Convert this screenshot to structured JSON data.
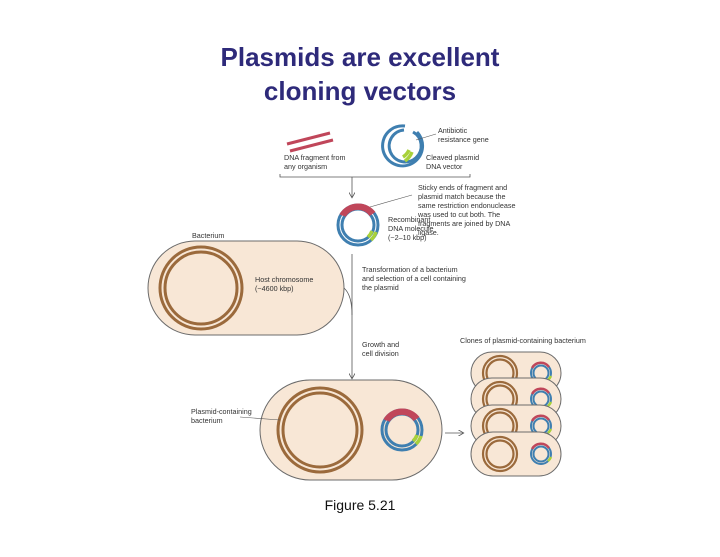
{
  "slide": {
    "title_line1": "Plasmids are excellent",
    "title_line2": "cloning vectors",
    "caption": "Figure 5.21"
  },
  "figure": {
    "dna_fragment": [
      "DNA fragment from",
      "any organism"
    ],
    "antibiotic": [
      "Antibiotic",
      "resistance gene"
    ],
    "cleaved_plasmid": [
      "Cleaved plasmid",
      "DNA vector"
    ],
    "sticky_ends": [
      "Sticky ends of fragment and",
      "plasmid match because the",
      "same restriction endonuclease",
      "was used to cut both. The",
      "fragments are joined by DNA",
      "ligase."
    ],
    "recombinant": [
      "Recombinant",
      "DNA molecule",
      "(~2–10 kbp)"
    ],
    "bacterium": "Bacterium",
    "host_chromosome": [
      "Host chromosome",
      "(~4600 kbp)"
    ],
    "transformation": [
      "Transformation of a bacterium",
      "and selection of a cell containing",
      "the plasmid"
    ],
    "growth": [
      "Growth and",
      "cell division"
    ],
    "plasmid_containing": [
      "Plasmid-containing",
      "bacterium"
    ],
    "clones": "Clones of plasmid-containing bacterium"
  },
  "colors": {
    "title": "#2e2a7a",
    "plasmid_blue": "#3f7fb0",
    "insert_red": "#c0465a",
    "resistance_green": "#a8d13a",
    "chromosome_brown": "#9b6a3c",
    "cell_fill": "#f8e7d6"
  }
}
